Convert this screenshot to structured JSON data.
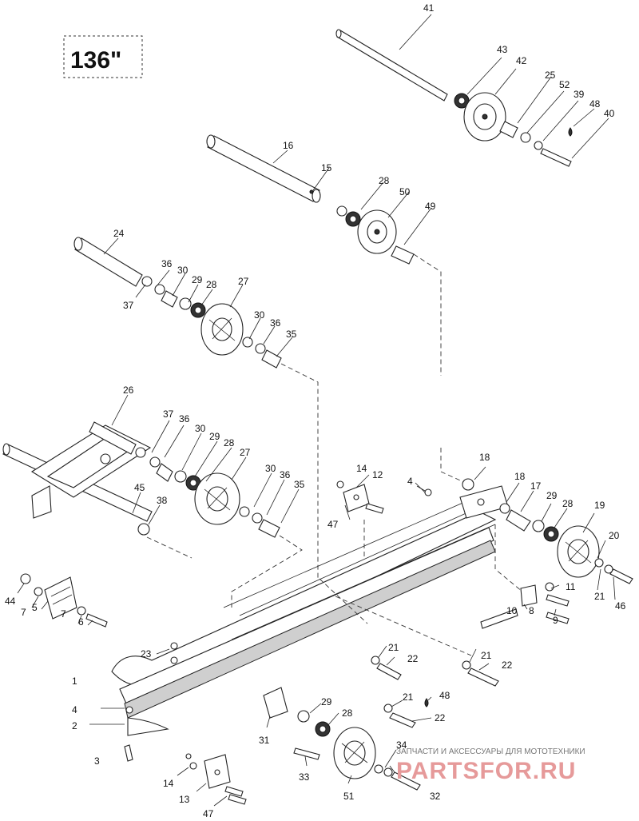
{
  "size_label": "136\"",
  "watermark": {
    "line1": "ЗАПЧАСТИ И АКСЕССУАРЫ ДЛЯ МОТОТЕХНИКИ",
    "line2": "PARTSFOR.RU"
  },
  "callouts": [
    {
      "id": "c41",
      "text": "41"
    },
    {
      "id": "c43",
      "text": "43"
    },
    {
      "id": "c42",
      "text": "42"
    },
    {
      "id": "c25",
      "text": "25"
    },
    {
      "id": "c52",
      "text": "52"
    },
    {
      "id": "c39",
      "text": "39"
    },
    {
      "id": "c48a",
      "text": "48"
    },
    {
      "id": "c40",
      "text": "40"
    },
    {
      "id": "c16",
      "text": "16"
    },
    {
      "id": "c15",
      "text": "15"
    },
    {
      "id": "c28a",
      "text": "28"
    },
    {
      "id": "c50",
      "text": "50"
    },
    {
      "id": "c49",
      "text": "49"
    },
    {
      "id": "c24",
      "text": "24"
    },
    {
      "id": "c36a",
      "text": "36"
    },
    {
      "id": "c30a",
      "text": "30"
    },
    {
      "id": "c29a",
      "text": "29"
    },
    {
      "id": "c28b",
      "text": "28"
    },
    {
      "id": "c27a",
      "text": "27"
    },
    {
      "id": "c37a",
      "text": "37"
    },
    {
      "id": "c30b",
      "text": "30"
    },
    {
      "id": "c36b",
      "text": "36"
    },
    {
      "id": "c35a",
      "text": "35"
    },
    {
      "id": "c26",
      "text": "26"
    },
    {
      "id": "c37b",
      "text": "37"
    },
    {
      "id": "c36c",
      "text": "36"
    },
    {
      "id": "c30c",
      "text": "30"
    },
    {
      "id": "c29b",
      "text": "29"
    },
    {
      "id": "c28c",
      "text": "28"
    },
    {
      "id": "c27b",
      "text": "27"
    },
    {
      "id": "c30d",
      "text": "30"
    },
    {
      "id": "c36d",
      "text": "36"
    },
    {
      "id": "c35b",
      "text": "35"
    },
    {
      "id": "c45",
      "text": "45"
    },
    {
      "id": "c38",
      "text": "38"
    },
    {
      "id": "c14a",
      "text": "14"
    },
    {
      "id": "c12",
      "text": "12"
    },
    {
      "id": "c47a",
      "text": "47"
    },
    {
      "id": "c18a",
      "text": "18"
    },
    {
      "id": "c4a",
      "text": "4"
    },
    {
      "id": "c18b",
      "text": "18"
    },
    {
      "id": "c17",
      "text": "17"
    },
    {
      "id": "c29c",
      "text": "29"
    },
    {
      "id": "c28d",
      "text": "28"
    },
    {
      "id": "c19",
      "text": "19"
    },
    {
      "id": "c20",
      "text": "20"
    },
    {
      "id": "c11",
      "text": "11"
    },
    {
      "id": "c21a",
      "text": "21"
    },
    {
      "id": "c46",
      "text": "46"
    },
    {
      "id": "c10",
      "text": "10"
    },
    {
      "id": "c8",
      "text": "8"
    },
    {
      "id": "c9",
      "text": "9"
    },
    {
      "id": "c44",
      "text": "44"
    },
    {
      "id": "c7a",
      "text": "7"
    },
    {
      "id": "c5",
      "text": "5"
    },
    {
      "id": "c7b",
      "text": "7"
    },
    {
      "id": "c6",
      "text": "6"
    },
    {
      "id": "c23",
      "text": "23"
    },
    {
      "id": "c21b",
      "text": "21"
    },
    {
      "id": "c22a",
      "text": "22"
    },
    {
      "id": "c21c",
      "text": "21"
    },
    {
      "id": "c22b",
      "text": "22"
    },
    {
      "id": "c1",
      "text": "1"
    },
    {
      "id": "c4b",
      "text": "4"
    },
    {
      "id": "c2",
      "text": "2"
    },
    {
      "id": "c3",
      "text": "3"
    },
    {
      "id": "c31",
      "text": "31"
    },
    {
      "id": "c29d",
      "text": "29"
    },
    {
      "id": "c28e",
      "text": "28"
    },
    {
      "id": "c21d",
      "text": "21"
    },
    {
      "id": "c48b",
      "text": "48"
    },
    {
      "id": "c22c",
      "text": "22"
    },
    {
      "id": "c33",
      "text": "33"
    },
    {
      "id": "c34",
      "text": "34"
    },
    {
      "id": "c32",
      "text": "32"
    },
    {
      "id": "c51",
      "text": "51"
    },
    {
      "id": "c14b",
      "text": "14"
    },
    {
      "id": "c13",
      "text": "13"
    },
    {
      "id": "c47b",
      "text": "47"
    }
  ]
}
